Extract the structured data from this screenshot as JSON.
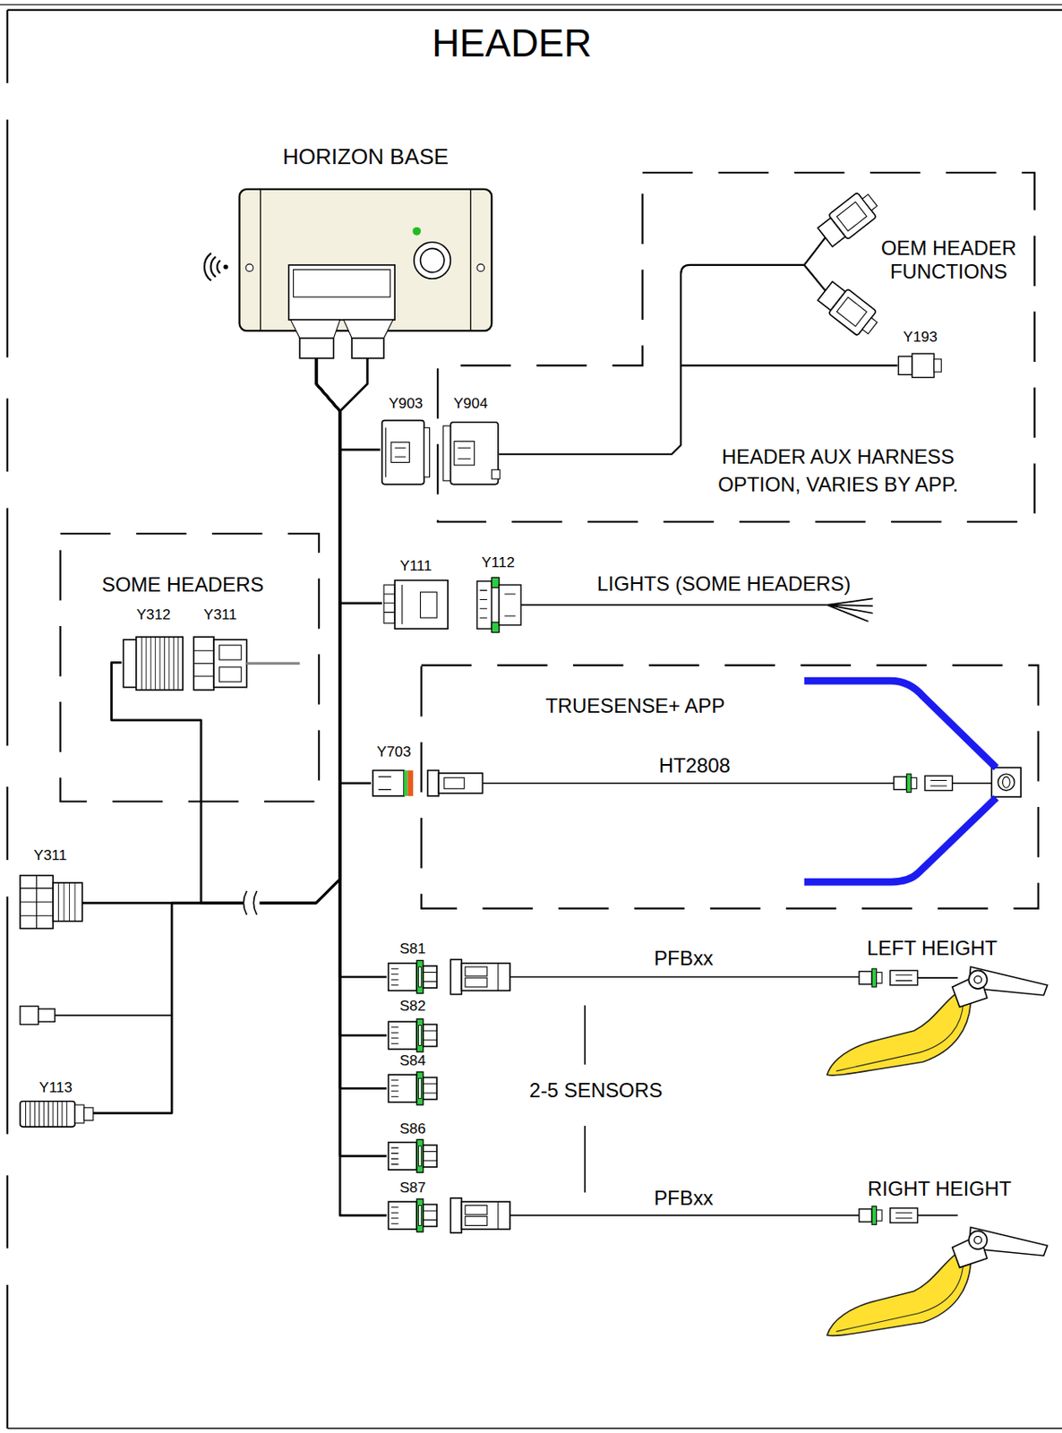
{
  "diagram": {
    "title": "HEADER",
    "nodes": [
      {
        "text": [
          "HORIZON BASE"
        ]
      },
      {
        "text": [
          "HEADER AUX HARNESS OPTION, VARIES BY APP."
        ]
      },
      {
        "text": [
          "Y903"
        ]
      },
      {
        "text": [
          "Y904"
        ],
        "in": 1
      },
      {
        "text": [
          "Y193"
        ],
        "in": 1
      },
      {
        "text": [
          "Y111"
        ]
      },
      {
        "text": [
          "Y112"
        ]
      },
      {
        "text": [
          "SOME HEADERS"
        ]
      },
      {
        "text": [
          "Y312"
        ],
        "in": 7
      },
      {
        "text": [
          "Y311"
        ],
        "in": 7
      },
      {
        "text": [
          "TRUESENSE+ APP"
        ]
      },
      {
        "text": [
          "Y703"
        ]
      },
      {
        "text": [
          "Y311"
        ]
      },
      {
        "text": [
          "Y113"
        ]
      },
      {
        "text": [
          "S81"
        ]
      },
      {
        "text": [
          "S82"
        ]
      },
      {
        "text": [
          "S84"
        ]
      },
      {
        "text": [
          "S86"
        ]
      },
      {
        "text": [
          "S87"
        ]
      }
    ],
    "edges": [
      {
        "from": 0,
        "to": 2,
        "arrow": "none"
      },
      {
        "from": 0,
        "to": 5,
        "arrow": "none"
      },
      {
        "from": 0,
        "to": 11,
        "arrow": "none"
      },
      {
        "from": 0,
        "to": 14,
        "arrow": "none"
      },
      {
        "from": 0,
        "to": 15,
        "arrow": "none"
      },
      {
        "from": 0,
        "to": 16,
        "arrow": "none"
      },
      {
        "from": 0,
        "to": 17,
        "arrow": "none"
      },
      {
        "from": 0,
        "to": 18,
        "arrow": "none"
      },
      {
        "from": 0,
        "to": 8,
        "arrow": "none"
      },
      {
        "from": 0,
        "to": 12,
        "arrow": "none"
      },
      {
        "from": 0,
        "to": 13,
        "arrow": "none"
      },
      {
        "from": 3,
        "to": 4,
        "arrow": "none"
      }
    ],
    "labels": [
      "OEM HEADER FUNCTIONS",
      "LIGHTS (SOME HEADERS)",
      "HT2808",
      "PFBxx",
      "LEFT HEIGHT",
      "2-5 SENSORS",
      "PFBxx",
      "RIGHT HEIGHT"
    ]
  }
}
